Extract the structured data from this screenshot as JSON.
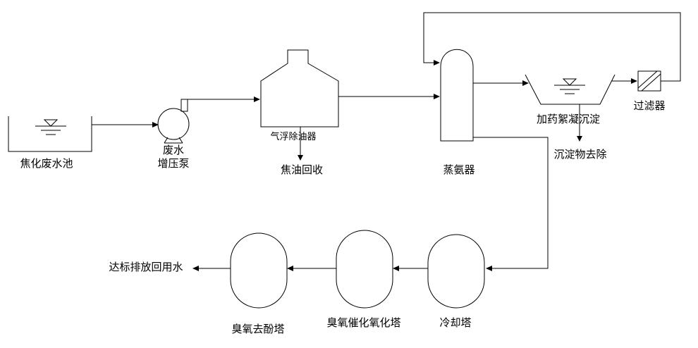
{
  "diagram": {
    "nodes": {
      "pool": {
        "label": "焦化废水池"
      },
      "pump": {
        "label_line1": "废水",
        "label_line2": "增压泵"
      },
      "flotation": {
        "label": "气浮除油器"
      },
      "tar_recovery": {
        "label": "焦油回收"
      },
      "stripper": {
        "label": "蒸氨器"
      },
      "sedimentation": {
        "label": "加药絮凝沉淀"
      },
      "filter": {
        "label": "过滤器"
      },
      "sediment_removal": {
        "label": "沉淀物去除"
      },
      "cooling_tower": {
        "label": "冷却塔"
      },
      "ozone_oxidation_tower": {
        "label": "臭氧催化氧化塔"
      },
      "ozone_phenol_tower": {
        "label": "臭氧去酚塔"
      },
      "effluent": {
        "label": "达标排放回用水"
      }
    },
    "flows": [
      {
        "from": "pool",
        "to": "pump"
      },
      {
        "from": "pump",
        "to": "flotation"
      },
      {
        "from": "flotation",
        "to": "tar_recovery"
      },
      {
        "from": "flotation",
        "to": "stripper"
      },
      {
        "from": "stripper",
        "to": "sedimentation"
      },
      {
        "from": "sedimentation",
        "to": "sediment_removal"
      },
      {
        "from": "sedimentation",
        "to": "filter"
      },
      {
        "from": "filter",
        "to": "stripper"
      },
      {
        "from": "stripper",
        "to": "cooling_tower"
      },
      {
        "from": "cooling_tower",
        "to": "ozone_oxidation_tower"
      },
      {
        "from": "ozone_oxidation_tower",
        "to": "ozone_phenol_tower"
      },
      {
        "from": "ozone_phenol_tower",
        "to": "effluent"
      }
    ],
    "colors": {
      "line": "#000000",
      "background": "#ffffff"
    }
  }
}
